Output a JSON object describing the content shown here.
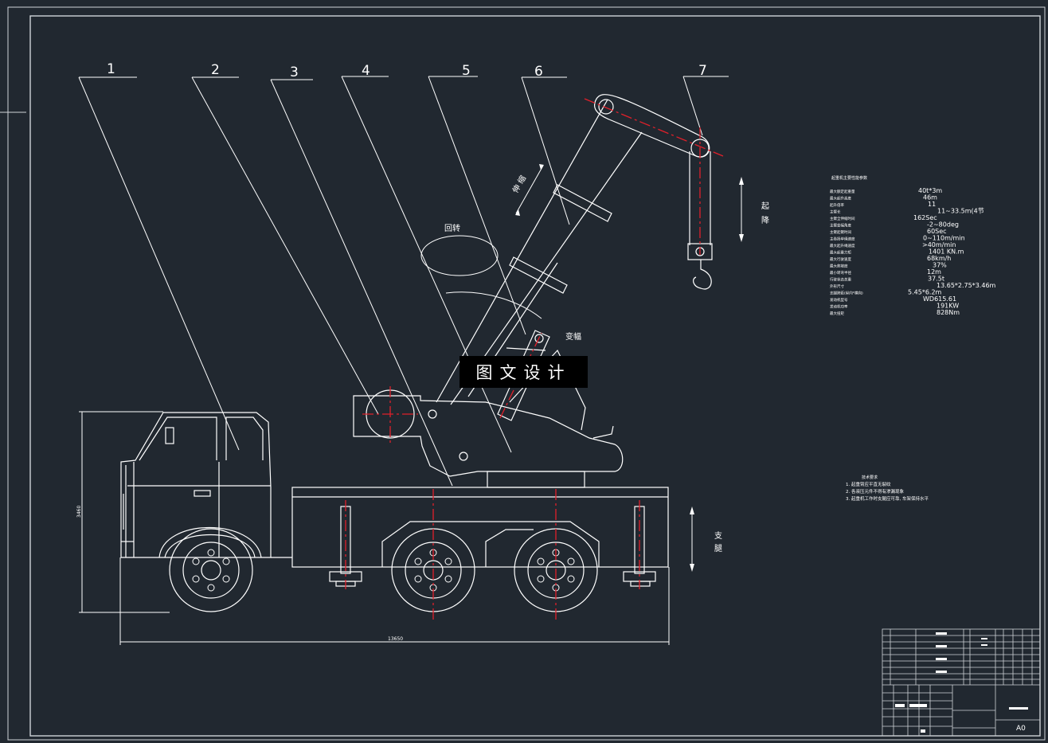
{
  "callouts": [
    "1",
    "2",
    "3",
    "4",
    "5",
    "6",
    "7"
  ],
  "watermark": "图文设计",
  "labels": {
    "slew": "回转",
    "luff": "变幅",
    "telescope": "伸 缩",
    "hoist": [
      "起",
      "降"
    ],
    "outrigger": [
      "支",
      "腿"
    ]
  },
  "dimensions": {
    "overall_length": "13650",
    "height": "3460"
  },
  "spec_table": {
    "title": "起重机主要性能参数",
    "rows": [
      {
        "name": "最大额定起重量",
        "value": "40t*3m"
      },
      {
        "name": "最大起升高度",
        "value": "46m"
      },
      {
        "name": "起升倍率",
        "value": "11"
      },
      {
        "name": "主臂长",
        "value": "11~33.5m(4节"
      },
      {
        "name": "主臂全伸缩时间",
        "value": "162Sec"
      },
      {
        "name": "主臂变幅角度",
        "value": "-2~80deg"
      },
      {
        "name": "主臂起臂时间",
        "value": "60Sec"
      },
      {
        "name": "主卷扬单绳速度",
        "value": "0~110m/min"
      },
      {
        "name": "最大起升绳速度",
        "value": ">40m/min"
      },
      {
        "name": "最大起重力矩",
        "value": "1401 KN.m"
      },
      {
        "name": "最大行驶速度",
        "value": "68km/h"
      },
      {
        "name": "最大爬坡度",
        "value": "37%"
      },
      {
        "name": "最小转弯半径",
        "value": "12m"
      },
      {
        "name": "行驶状态总重",
        "value": "37.5t"
      },
      {
        "name": "外形尺寸",
        "value": "13.65*2.75*3.46m"
      },
      {
        "name": "支腿跨距(纵向*横向)",
        "value": "5.45*6.2m"
      },
      {
        "name": "发动机型号",
        "value": "WD615.61"
      },
      {
        "name": "发动机功率",
        "value": "191KW"
      },
      {
        "name": "最大扭矩",
        "value": "828Nm"
      }
    ]
  },
  "tech_requirements": {
    "title": "技术要求",
    "items": [
      "1. 起重臂应平直无裂纹",
      "2. 各液压元件不得有渗漏现象",
      "3. 起重机工作时支腿应可靠, 车架保持水平"
    ]
  },
  "title_block": {
    "sheet_size": "A0"
  },
  "colors": {
    "background": "#212830",
    "line": "#ffffff",
    "centerline": "#e0202a",
    "border": "#cfd3d8"
  }
}
